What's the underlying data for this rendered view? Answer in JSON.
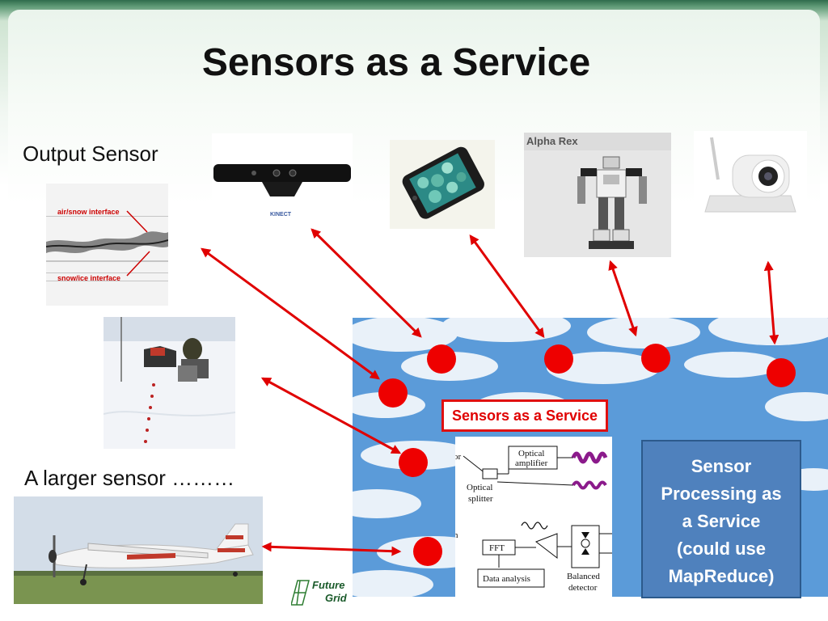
{
  "title": "Sensors as a Service",
  "labels": {
    "output_sensor": "Output Sensor",
    "larger_sensor": "A larger sensor ………"
  },
  "images": {
    "radar": {
      "top_label": "air/snow interface",
      "bottom_label": "snow/ice interface"
    },
    "kinect": {
      "brand": "KINECT"
    },
    "robot": {
      "caption": "Alpha Rex"
    }
  },
  "cloud_tag": "Sensors as a Service",
  "diagram": {
    "optical_amplifier": [
      "Optical",
      "amplifier"
    ],
    "optical_splitter": [
      "Optical",
      "splitter"
    ],
    "fft": "FFT",
    "data_analysis": "Data analysis",
    "balanced_detector": [
      "Balanced",
      "detector"
    ]
  },
  "processing_box": [
    "Sensor",
    "Processing as",
    "a Service",
    "(could use",
    "MapReduce)"
  ],
  "logo": [
    "Future",
    "Grid"
  ],
  "colors": {
    "arrow": "#e00000",
    "dot": "#ee0000",
    "sky": "#5b9bd9",
    "box": "#4f81bd"
  }
}
